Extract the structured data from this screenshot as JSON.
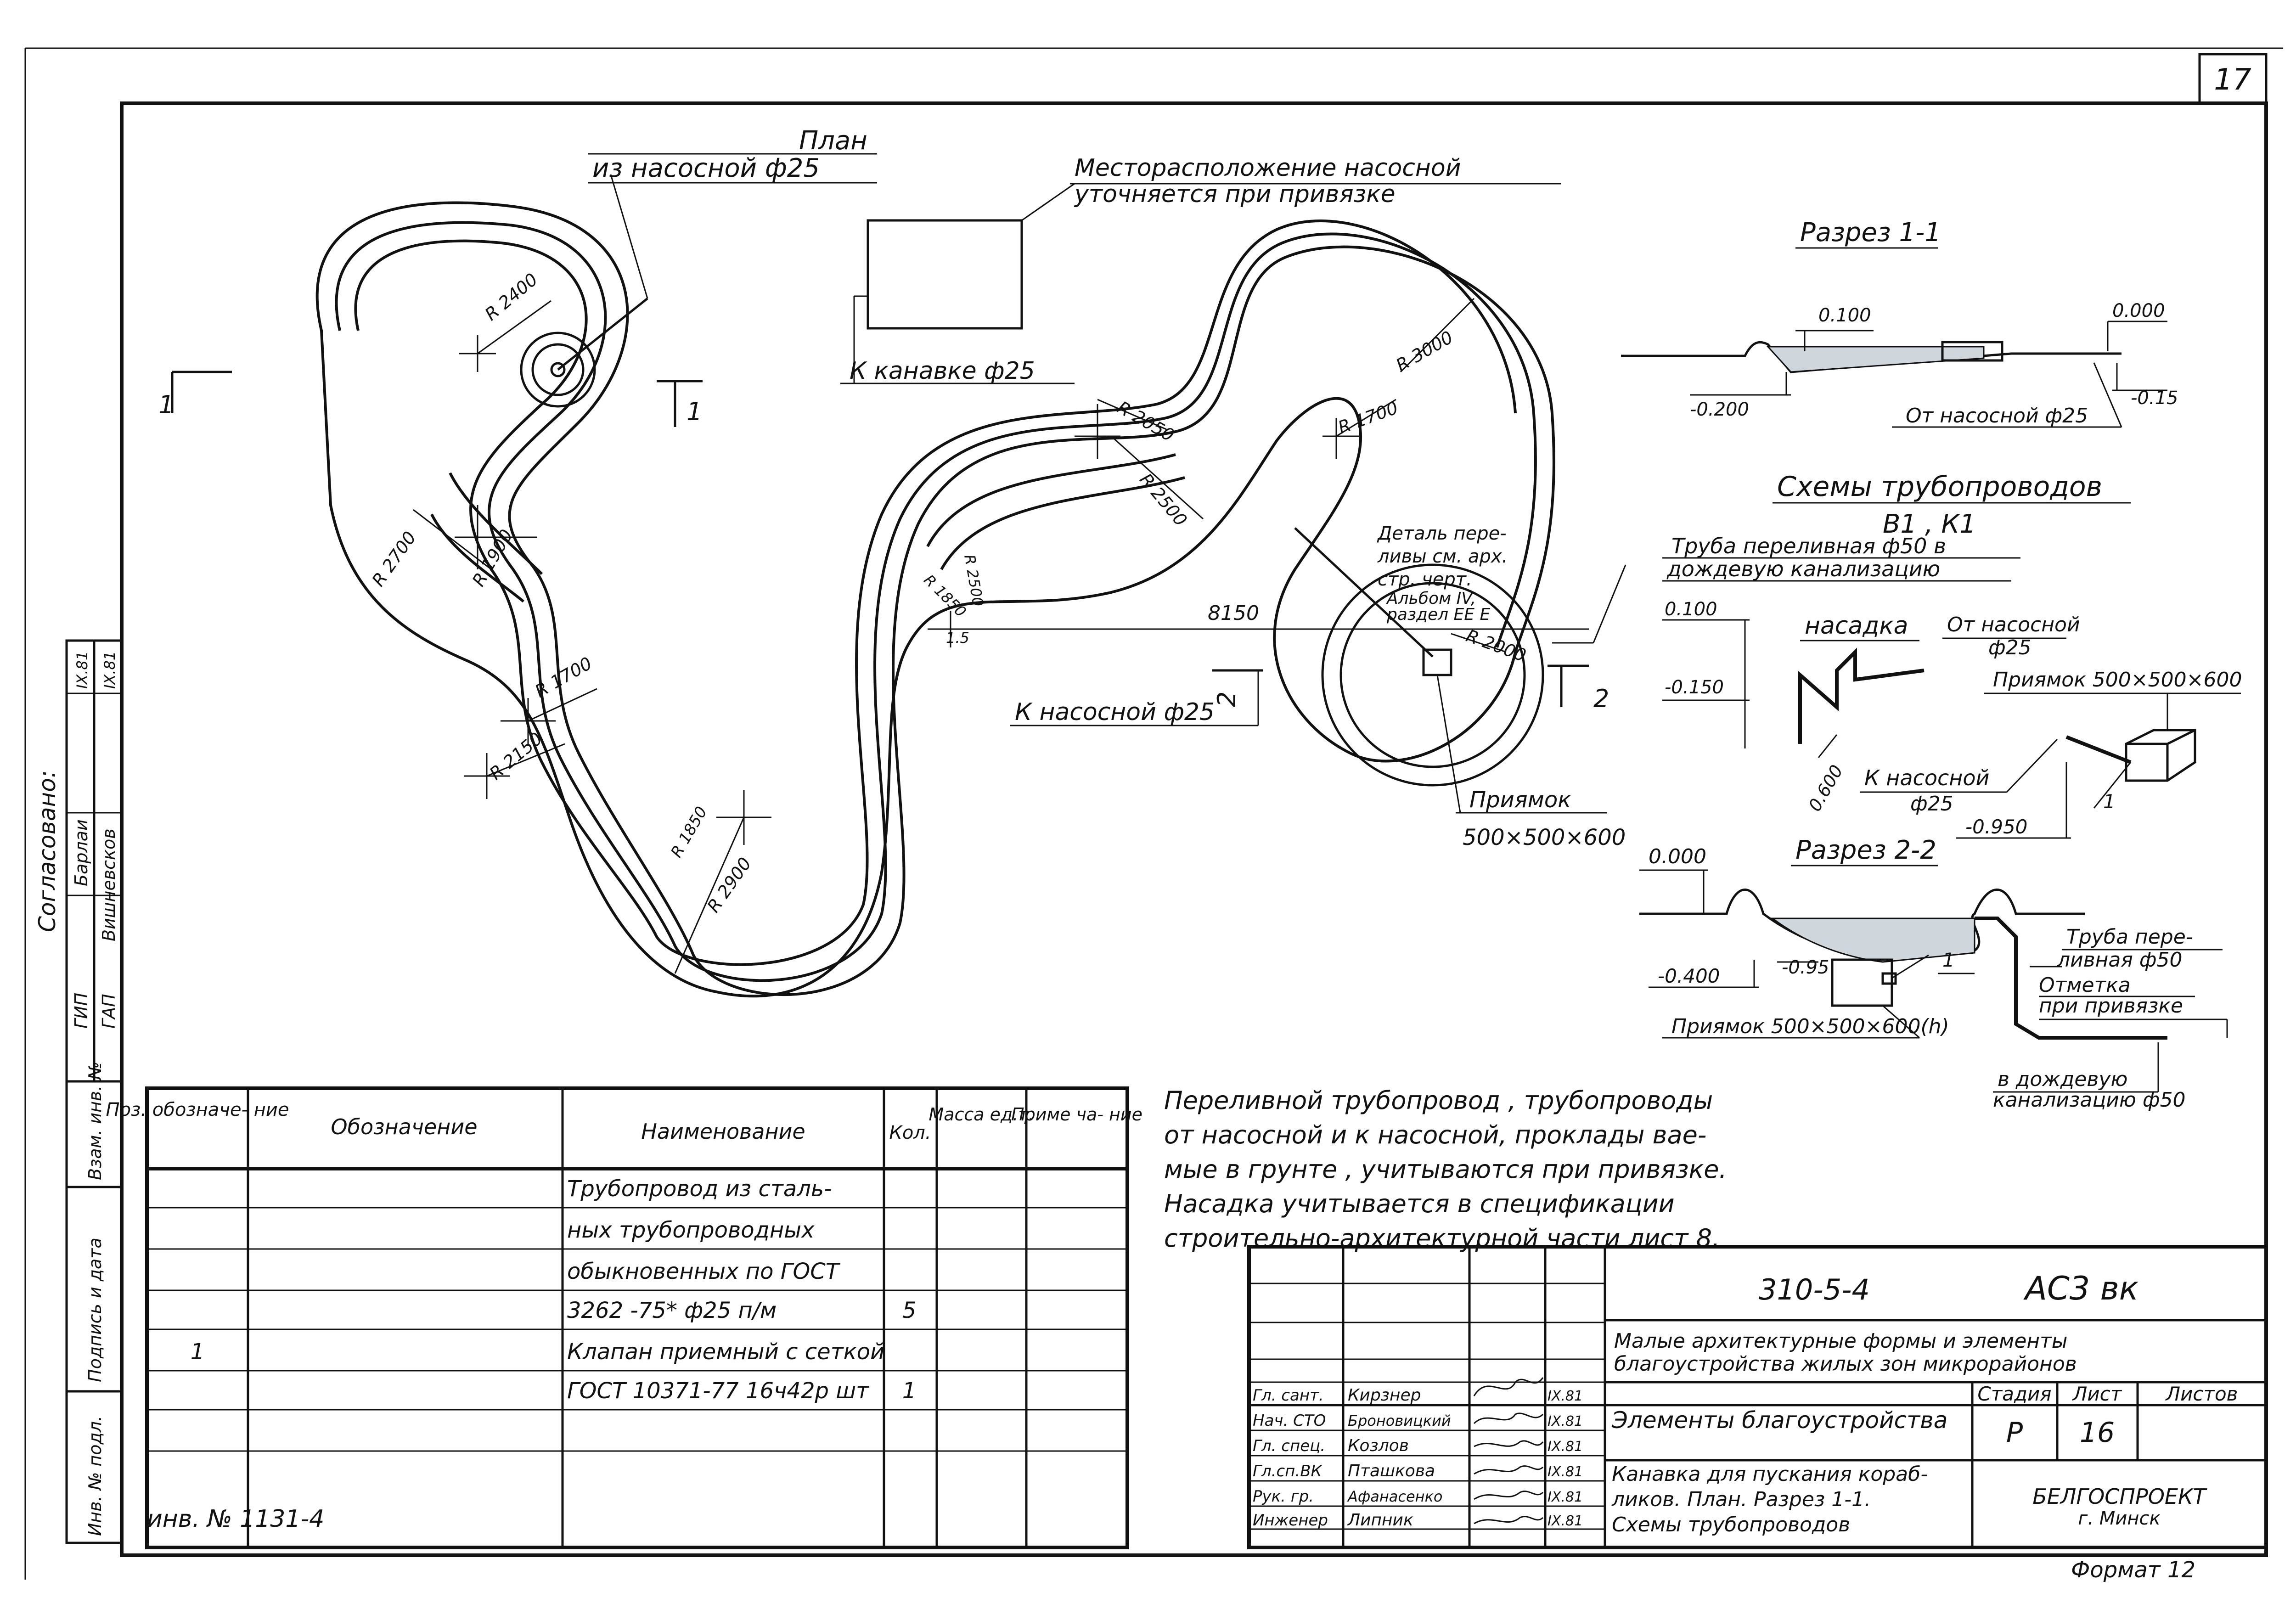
{
  "sheet": {
    "page_number": "17",
    "inventory": "инв. № 1131-4",
    "format": "Формат 12"
  },
  "plan": {
    "title": "План",
    "from_pump_label": "из насосной ф25",
    "pump_note_line1": "Месторасположение насосной",
    "pump_note_line2": "уточняется при привязке",
    "to_channel_label": "К канавке ф25",
    "to_pump_label": "К насосной ф25",
    "overflow_detail_lines": [
      "Деталь пере-",
      "ливы см. арх.",
      "стр. черт.",
      "Альбом IV,",
      "раздел ЕЕ Е"
    ],
    "pit_label_line1": "Приямок",
    "pit_label_line2": "500×500×600",
    "section_1_mark": "1",
    "section_2_mark": "2",
    "dimension_8150": "8150",
    "dimension_15": "1.5",
    "radii": [
      "R 2400",
      "R 2700",
      "R 1900",
      "R 1700",
      "R 2150",
      "R 1850",
      "R 2900",
      "R 2050",
      "R 2500",
      "R 1850",
      "R 2500",
      "R 3000",
      "R 1700",
      "R 2000"
    ]
  },
  "section_1": {
    "title": "Разрез 1-1",
    "level_left": "0.100",
    "level_right": "0.000",
    "level_bottom": "-0.200",
    "level_right_low": "-0.15",
    "from_pump": "От насосной ф25"
  },
  "schemes": {
    "title": "Схемы трубопроводов",
    "systems": "В1 , К1",
    "overflow_pipe": "Труба переливная ф50 в",
    "to_rain": "дождевую канализацию",
    "level_0100": "0.100",
    "level_m0150": "-0.150",
    "nozzle": "насадка",
    "from_pump": "От насосной",
    "from_pump_d": "ф25",
    "pit": "Приямок 500×500×600",
    "to_pump": "К насосной",
    "to_pump_d": "ф25",
    "level_0600": "0.600",
    "level_m0950": "-0.950",
    "mark_1": "1"
  },
  "section_2": {
    "title": "Разрез 2-2",
    "level_top": "0.000",
    "level_m095": "-0.95",
    "level_m0400": "-0.400",
    "mark_1": "1",
    "pit": "Приямок 500×500×600(h)",
    "overflow_pipe_1": "Труба пере-",
    "overflow_pipe_2": "ливная ф50",
    "mark_1_text": "Отметка",
    "mark_2_text": "при привязке",
    "rain_1": "в дождевую",
    "rain_2": "канализацию ф50"
  },
  "notes": [
    "Переливной трубопровод , трубопроводы",
    "от насосной и к насосной, проклады вае-",
    "мые в грунте , учитываются при привязке.",
    "Насадка учитывается в спецификации",
    "строительно-архитектурной части лист 8."
  ],
  "spec_table": {
    "headers": [
      "Поз. обозначе- ние",
      "Обозначение",
      "Наименование",
      "Кол.",
      "Масса ед.т.",
      "Приме ча- ние"
    ],
    "rows": [
      {
        "pos": "",
        "designation": "",
        "name": "Трубопровод из сталь-",
        "qty": "",
        "mass": "",
        "note": ""
      },
      {
        "pos": "",
        "designation": "",
        "name": "ных трубопроводных",
        "qty": "",
        "mass": "",
        "note": ""
      },
      {
        "pos": "",
        "designation": "",
        "name": "обыкновенных по ГОСТ",
        "qty": "",
        "mass": "",
        "note": ""
      },
      {
        "pos": "",
        "designation": "",
        "name": "3262 -75*     ф25 п/м",
        "qty": "5",
        "mass": "",
        "note": ""
      },
      {
        "pos": "1",
        "designation": "",
        "name": "Клапан приемный с сеткой",
        "qty": "",
        "mass": "",
        "note": ""
      },
      {
        "pos": "",
        "designation": "",
        "name": "ГОСТ 10371-77 16ч42р  шт",
        "qty": "1",
        "mass": "",
        "note": ""
      },
      {
        "pos": "",
        "designation": "",
        "name": "",
        "qty": "",
        "mass": "",
        "note": ""
      },
      {
        "pos": "",
        "designation": "",
        "name": "",
        "qty": "",
        "mass": "",
        "note": ""
      }
    ]
  },
  "side_stamp": {
    "agreed": "Согласовано:",
    "names": [
      "Барлаи",
      "Вишневсков"
    ],
    "dates": [
      "IX.81",
      "IX.81"
    ],
    "roles": [
      "ГИП",
      "ГАП"
    ],
    "inv_orig": "Взам. инв. №",
    "sign_date": "Подпись и дата",
    "inv_no": "Инв. № подл."
  },
  "title_block": {
    "code": "310-5-4",
    "mark": "АС3 вк",
    "project_line1": "Малые архитектурные формы и элементы",
    "project_line2": "благоустройства жилых зон микрорайонов",
    "section_name": "Элементы благоустройства",
    "stage_h": "Стадия",
    "sheet_h": "Лист",
    "sheets_h": "Листов",
    "stage": "Р",
    "sheet": "16",
    "sheets": "",
    "drawing_line1": "Канавка для пускания кораб-",
    "drawing_line2": "ликов.  План. Разрез 1-1.",
    "drawing_line3": "Схемы трубопроводов",
    "org_line1": "БЕЛГОСПРОЕКТ",
    "org_line2": "г. Минск",
    "staff": [
      {
        "role": "Гл. сант.",
        "name": "Кирзнер",
        "date": "IX.81"
      },
      {
        "role": "Нач. СТО",
        "name": "Броновицкий",
        "date": "IX.81"
      },
      {
        "role": "Гл. спец.",
        "name": "Козлов",
        "date": "IX.81"
      },
      {
        "role": "Гл.сп.ВК",
        "name": "Пташкова",
        "date": "IX.81"
      },
      {
        "role": "Рук. гр.",
        "name": "Афанасенко",
        "date": "IX.81"
      },
      {
        "role": "Инженер",
        "name": "Липник",
        "date": "IX.81"
      }
    ]
  }
}
